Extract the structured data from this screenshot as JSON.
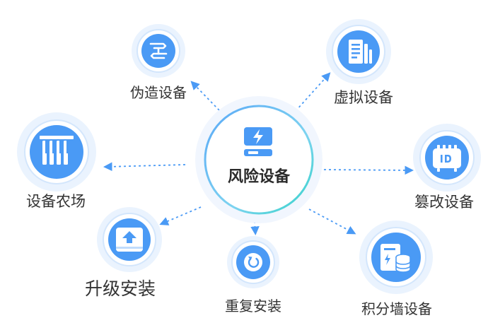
{
  "center": {
    "label": "风险设备",
    "icon": "lightning-device-icon"
  },
  "nodes": [
    {
      "id": "fake",
      "label": "伪造设备",
      "icon": "route-sign-icon"
    },
    {
      "id": "virtual",
      "label": "虚拟设备",
      "icon": "document-bars-icon"
    },
    {
      "id": "farm",
      "label": "设备农场",
      "icon": "device-rack-icon"
    },
    {
      "id": "tamper",
      "label": "篡改设备",
      "icon": "id-badge-icon"
    },
    {
      "id": "upgrade",
      "label": "升级安装",
      "icon": "upload-icon"
    },
    {
      "id": "reinstall",
      "label": "重复安装",
      "icon": "refresh-icon"
    },
    {
      "id": "wall",
      "label": "积分墙设备",
      "icon": "device-coins-icon"
    }
  ],
  "colors": {
    "primary": "#4a9af5",
    "halo": "#eaf3fe",
    "ring": "#d3e6fc",
    "center_glow": "#34d3c8",
    "text": "#333333"
  }
}
